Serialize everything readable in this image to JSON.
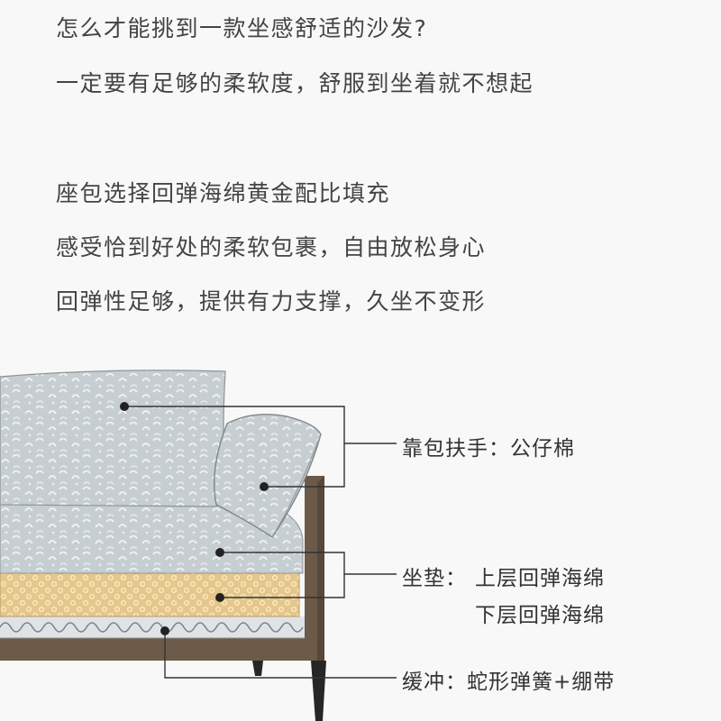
{
  "intro": {
    "question": "怎么才能挑到一款坐感舒适的沙发?",
    "answer": "一定要有足够的柔软度，舒服到坐着就不想起"
  },
  "features": {
    "line1": "座包选择回弹海绵黄金配比填充",
    "line2": "感受恰到好处的柔软包裹，自由放松身心",
    "line3": "回弹性足够，提供有力支撑，久坐不变形"
  },
  "callouts": {
    "backrest": "靠包扶手：公仔棉",
    "cushion_title": "坐垫：",
    "cushion_upper": "上层回弹海绵",
    "cushion_lower": "下层回弹海绵",
    "buffer": "缓冲：蛇形弹簧+绷带"
  },
  "colors": {
    "fabric": "#c5ccd0",
    "frame": "#6b5a48",
    "foam": "#e8c98c",
    "leg": "#2a2a2a"
  }
}
